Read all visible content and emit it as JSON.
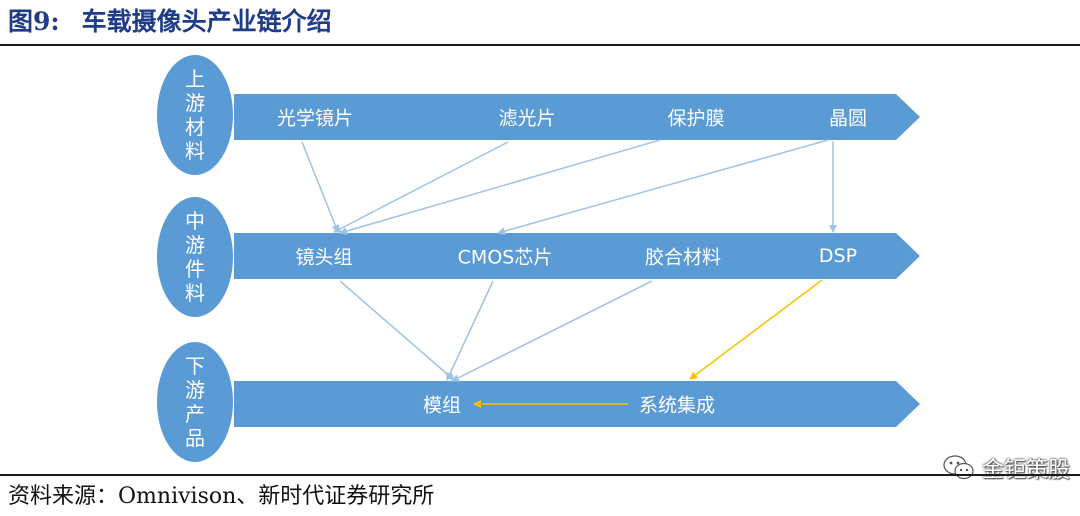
{
  "header": {
    "figure_label": "图9:",
    "title": "车载摄像头产业链介绍"
  },
  "source": "资料来源：Omnivison、新时代证券研究所",
  "watermark": "金钜策股",
  "colors": {
    "band": "#5b9bd5",
    "stage": "#5b9bd5",
    "arrow_blue": "#9dc3e6",
    "arrow_gold": "#ffc000",
    "title": "#1f3c88"
  },
  "stages": [
    {
      "label": "上游材料",
      "items": [
        "光学镜片",
        "滤光片",
        "保护膜",
        "晶圆"
      ]
    },
    {
      "label": "中游件料",
      "items": [
        "镜头组",
        "CMOS芯片",
        "胶合材料",
        "DSP"
      ]
    },
    {
      "label": "下游产品",
      "items": [
        "模组",
        "系统集成"
      ]
    }
  ],
  "links": [
    {
      "from": "光学镜片",
      "to": "镜头组"
    },
    {
      "from": "滤光片",
      "to": "镜头组"
    },
    {
      "from": "保护膜",
      "to": "镜头组"
    },
    {
      "from": "晶圆",
      "to": "CMOS芯片"
    },
    {
      "from": "晶圆",
      "to": "DSP"
    },
    {
      "from": "镜头组",
      "to": "模组"
    },
    {
      "from": "CMOS芯片",
      "to": "模组"
    },
    {
      "from": "胶合材料",
      "to": "模组"
    },
    {
      "from": "DSP",
      "to": "系统集成"
    },
    {
      "from": "系统集成",
      "to": "模组"
    }
  ]
}
